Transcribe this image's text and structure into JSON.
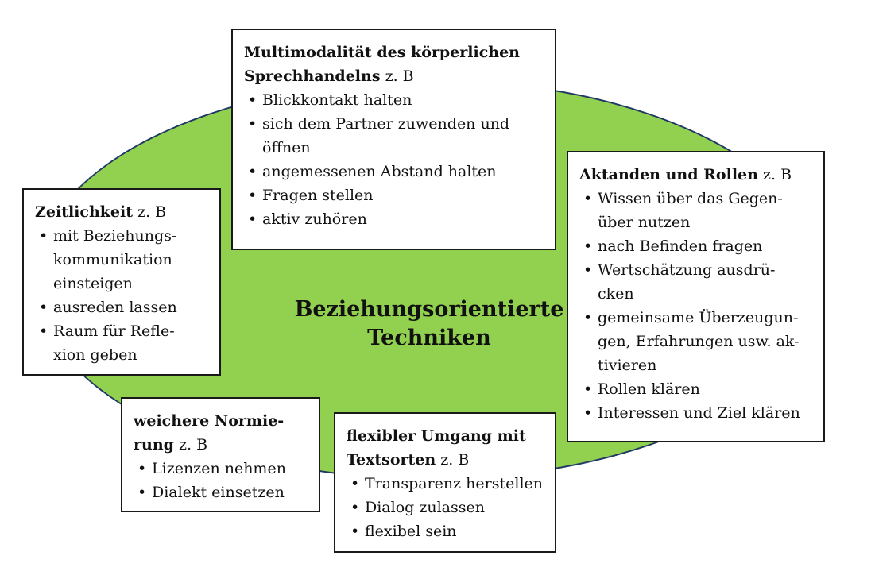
{
  "diagram": {
    "center_title": "Beziehungsorientierte\nTechniken"
  },
  "colors": {
    "ellipse_fill": "#92d050",
    "ellipse_border": "#1f3864",
    "box_border": "#1a1a1a",
    "text": "#111111"
  },
  "boxes": {
    "multimodalitaet": {
      "title": "Multimodalität des körperlichen\nSprechhandelns",
      "suffix": " z. B",
      "items": [
        "Blickkontakt halten",
        "sich dem Partner zuwenden und\nöffnen",
        "angemessenen Abstand halten",
        "Fragen stellen",
        "aktiv zuhören"
      ]
    },
    "zeitlichkeit": {
      "title": "Zeitlichkeit",
      "suffix": " z. B",
      "items": [
        "mit Beziehungs-\nkommunikation\neinsteigen",
        "ausreden lassen",
        "Raum für Refle-\nxion geben"
      ]
    },
    "aktanden": {
      "title": "Aktanden und Rollen",
      "suffix": " z. B",
      "items": [
        "Wissen über das Gegen-\nüber nutzen",
        "nach Befinden fragen",
        "Wertschätzung ausdrü-\ncken",
        "gemeinsame Überzeugun-\ngen, Erfahrungen usw. ak-\ntivieren",
        "Rollen klären",
        "Interessen und Ziel klären"
      ]
    },
    "normierung": {
      "title": "weichere Normie-\nrung",
      "suffix": " z. B",
      "items": [
        "Lizenzen nehmen",
        "Dialekt einsetzen"
      ]
    },
    "textsorten": {
      "title": "flexibler Umgang mit\nTextsorten",
      "suffix": " z. B",
      "items": [
        "Transparenz herstellen",
        "Dialog zulassen",
        "flexibel sein"
      ]
    }
  }
}
